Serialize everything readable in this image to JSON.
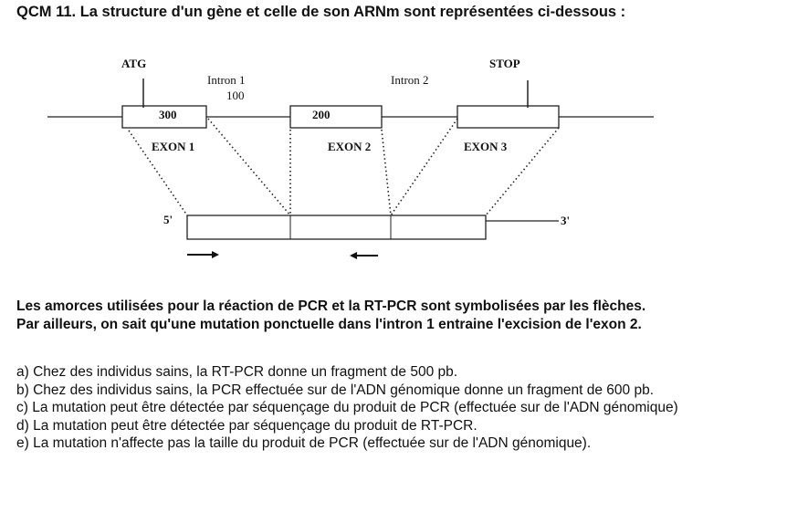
{
  "title": "QCM 11. La structure d'un gène et celle de son ARNm sont représentées ci-dessous :",
  "diagram": {
    "atg": "ATG",
    "stop": "STOP",
    "intron1": "Intron 1",
    "intron1_size": "100",
    "intron2": "Intron 2",
    "exon1_size": "300",
    "exon2_size": "200",
    "exon1": "EXON 1",
    "exon2": "EXON 2",
    "exon3": "EXON 3",
    "five_prime": "5'",
    "three_prime": "3'"
  },
  "intro_lines": [
    "Les amorces utilisées pour la réaction de PCR et la RT-PCR sont symbolisées par les flèches.",
    "Par ailleurs, on sait qu'une mutation ponctuelle dans l'intron 1 entraine l'excision de l'exon 2."
  ],
  "options": [
    "a) Chez des individus sains, la RT-PCR donne un fragment de 500 pb.",
    "b) Chez des individus sains, la PCR effectuée sur de l'ADN génomique donne un fragment de 600 pb.",
    "c) La mutation peut être détectée par séquençage du produit de PCR (effectuée sur de l'ADN génomique)",
    "d) La mutation peut être détectée par séquençage du produit de RT-PCR.",
    "e) La mutation n'affecte pas la taille du produit de PCR (effectuée sur de l'ADN génomique)."
  ]
}
